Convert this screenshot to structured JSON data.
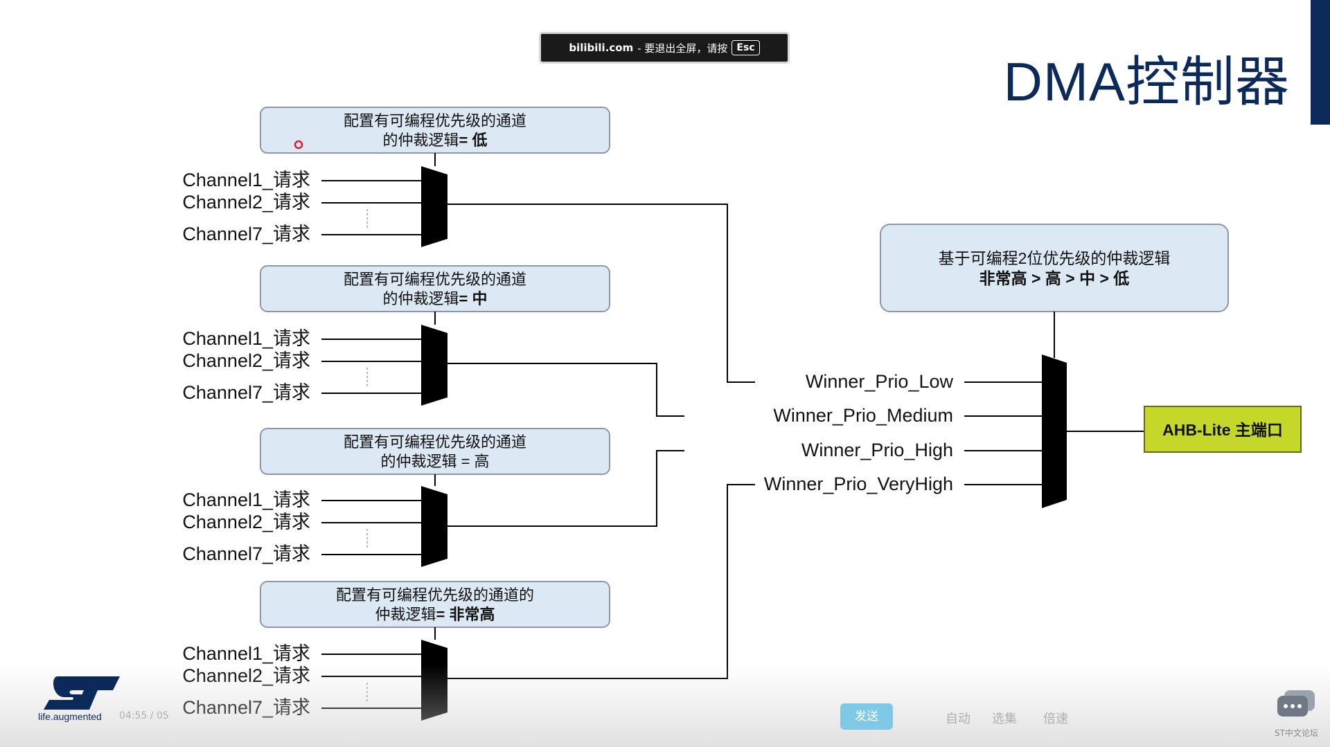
{
  "toast": {
    "site": "bilibili.com",
    "message": "- 要退出全屏，请按",
    "key": "Esc"
  },
  "slide": {
    "title": "DMA控制器",
    "groups": [
      {
        "label_line1": "配置有可编程优先级的通道",
        "label_line2_plain": "的仲裁逻辑",
        "label_line2_bold": "= 低",
        "channels": [
          "Channel1_请求",
          "Channel2_请求",
          "Channel7_请求"
        ]
      },
      {
        "label_line1": "配置有可编程优先级的通道",
        "label_line2_plain": "的仲裁逻辑",
        "label_line2_bold": "= 中",
        "channels": [
          "Channel1_请求",
          "Channel2_请求",
          "Channel7_请求"
        ]
      },
      {
        "label_line1": "配置有可编程优先级的通道",
        "label_line2_plain": "的仲裁逻辑 = 高",
        "label_line2_bold": "",
        "channels": [
          "Channel1_请求",
          "Channel2_请求",
          "Channel7_请求"
        ]
      },
      {
        "label_line1": "配置有可编程优先级的通道的",
        "label_line2_plain": "仲裁逻辑",
        "label_line2_bold": "= 非常高",
        "channels": [
          "Channel1_请求",
          "Channel2_请求",
          "Channel7_请求"
        ]
      }
    ],
    "arbiter": {
      "line1": "基于可编程2位优先级的仲裁逻辑",
      "line2": "非常高 > 高 > 中 > 低"
    },
    "winners": [
      "Winner_Prio_Low",
      "Winner_Prio_Medium",
      "Winner_Prio_High",
      "Winner_Prio_VeryHigh"
    ],
    "output": "AHB-Lite 主端口"
  },
  "logo": {
    "brand": "ST",
    "tagline": "life.augmented"
  },
  "player": {
    "time": "04:55 / 05",
    "send_label": "发送",
    "controls": [
      "自动",
      "选集",
      "倍速"
    ],
    "forum": "ST中文论坛"
  },
  "colors": {
    "box_fill": "#dce8f3",
    "box_stroke": "#8c98a8",
    "title": "#0b2a59",
    "output_fill": "#c5d82a",
    "mux": "#000000"
  }
}
